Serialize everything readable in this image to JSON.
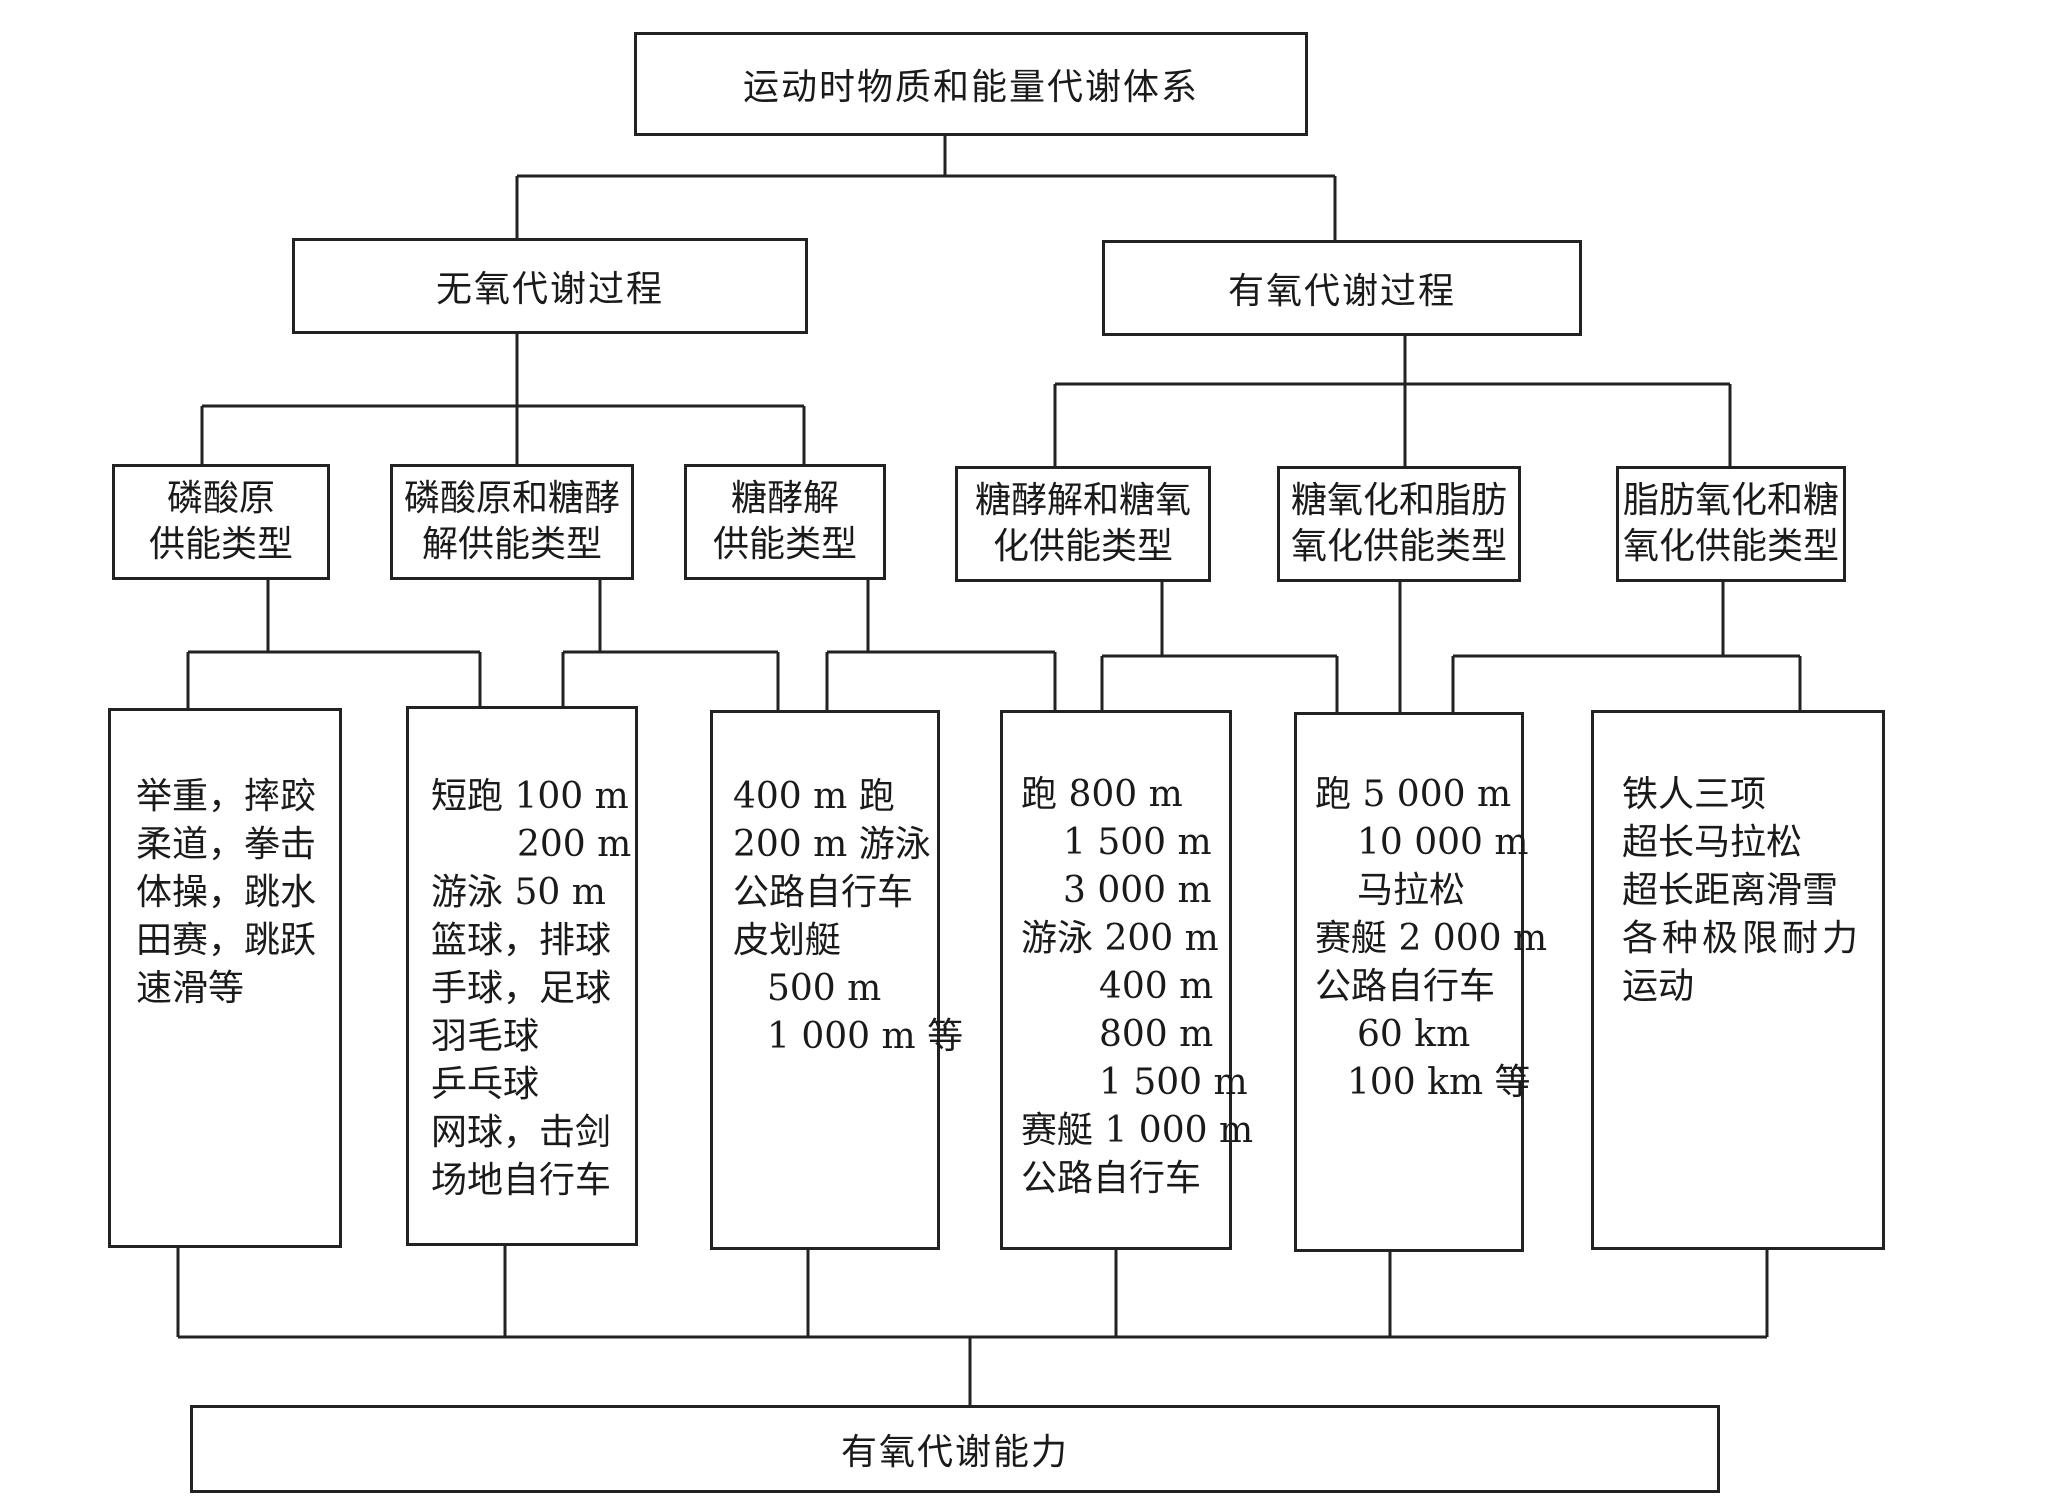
{
  "root": {
    "title": "运动时物质和能量代谢体系"
  },
  "processes": [
    {
      "label": "无氧代谢过程"
    },
    {
      "label": "有氧代谢过程"
    }
  ],
  "types": [
    {
      "lines": [
        "磷酸原",
        "供能类型"
      ]
    },
    {
      "lines": [
        "磷酸原和糖酵",
        "解供能类型"
      ]
    },
    {
      "lines": [
        "糖酵解",
        "供能类型"
      ]
    },
    {
      "lines": [
        "糖酵解和糖氧",
        "化供能类型"
      ]
    },
    {
      "lines": [
        "糖氧化和脂肪",
        "氧化供能类型"
      ]
    },
    {
      "lines": [
        "脂肪氧化和糖",
        "氧化供能类型"
      ]
    }
  ],
  "sports": [
    {
      "lines": [
        "举重，摔跤",
        "柔道，拳击",
        "体操，跳水",
        "田赛，跳跃",
        "速滑等"
      ]
    },
    {
      "lines": [
        "短跑 100 m",
        "200 m",
        "游泳 50 m",
        "篮球，排球",
        "手球，足球",
        "羽毛球",
        "乒乓球",
        "网球，击剑",
        "场地自行车"
      ]
    },
    {
      "lines": [
        "400 m 跑",
        "200 m 游泳",
        "公路自行车",
        "皮划艇",
        "500 m",
        "1 000 m 等"
      ]
    },
    {
      "lines": [
        "跑 800 m",
        "1 500 m",
        "3 000 m",
        "游泳 200 m",
        "400 m",
        "800 m",
        "1 500 m",
        "赛艇 1 000 m",
        "公路自行车"
      ]
    },
    {
      "lines": [
        "跑 5 000 m",
        "10 000 m",
        "马拉松",
        "赛艇 2 000 m",
        "公路自行车",
        "60 km",
        "100 km 等"
      ]
    },
    {
      "lines": [
        "铁人三项",
        "超长马拉松",
        "超长距离滑雪",
        "各种极限耐力",
        "运动"
      ]
    }
  ],
  "result": {
    "label": "有氧代谢能力"
  }
}
